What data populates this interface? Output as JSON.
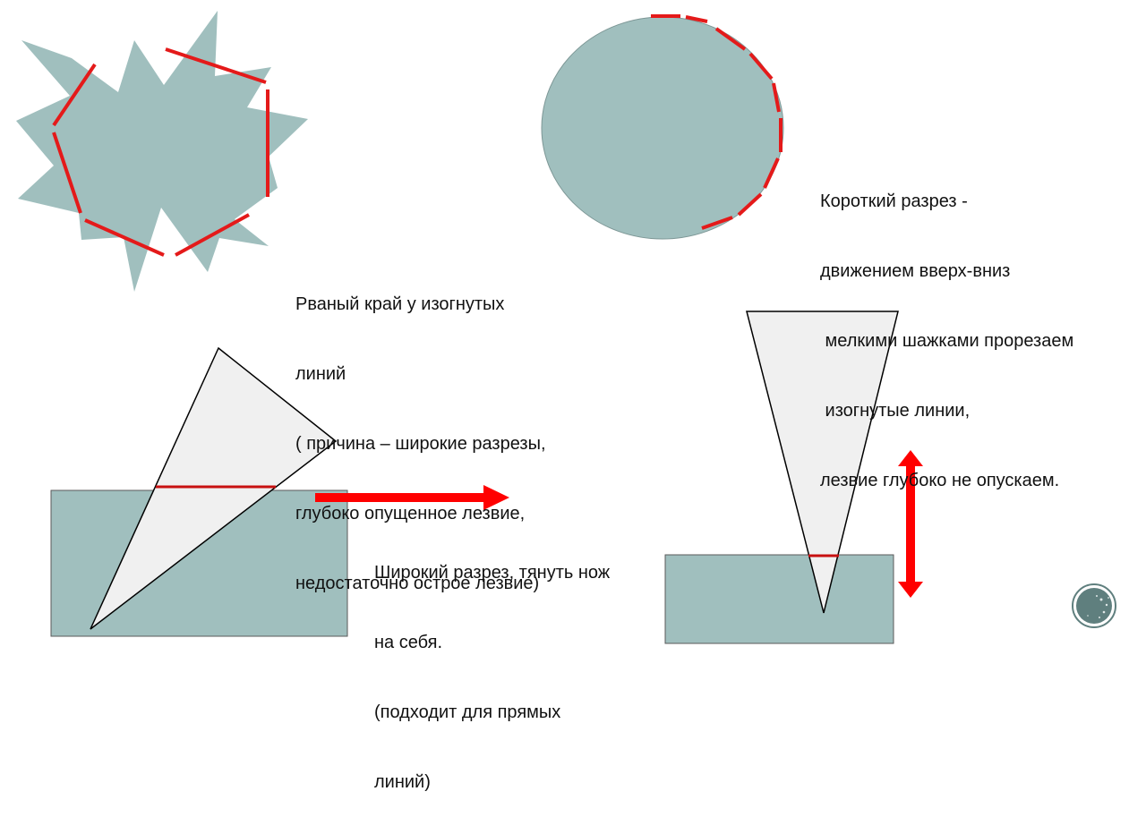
{
  "captions": {
    "torn_edge": [
      "Рваный край у изогнутых",
      "линий",
      "( причина – широкие разрезы,",
      "глубоко опущенное лезвие,",
      "недостаточно острое лезвие)"
    ],
    "short_cut": [
      "Короткий разрез -",
      "движением вверх-вниз",
      " мелкими шажками прорезаем",
      " изогнутые линии,",
      "лезвие глубоко не опускаем."
    ],
    "wide_cut": [
      "Широкий разрез, тянуть нож",
      "на себя.",
      "(подходит для прямых",
      "линий)"
    ]
  },
  "colors": {
    "shape_fill": "#a0bfbe",
    "blade_fill": "#f0f0f0",
    "cut_line": "#e41a1a",
    "arrow": "#ff0000",
    "outline": "#000000"
  },
  "icons": {
    "slide_badge": "circle-badge-icon",
    "horizontal_arrow": "arrow-right-icon",
    "vertical_arrow": "double-arrow-vertical-icon"
  }
}
